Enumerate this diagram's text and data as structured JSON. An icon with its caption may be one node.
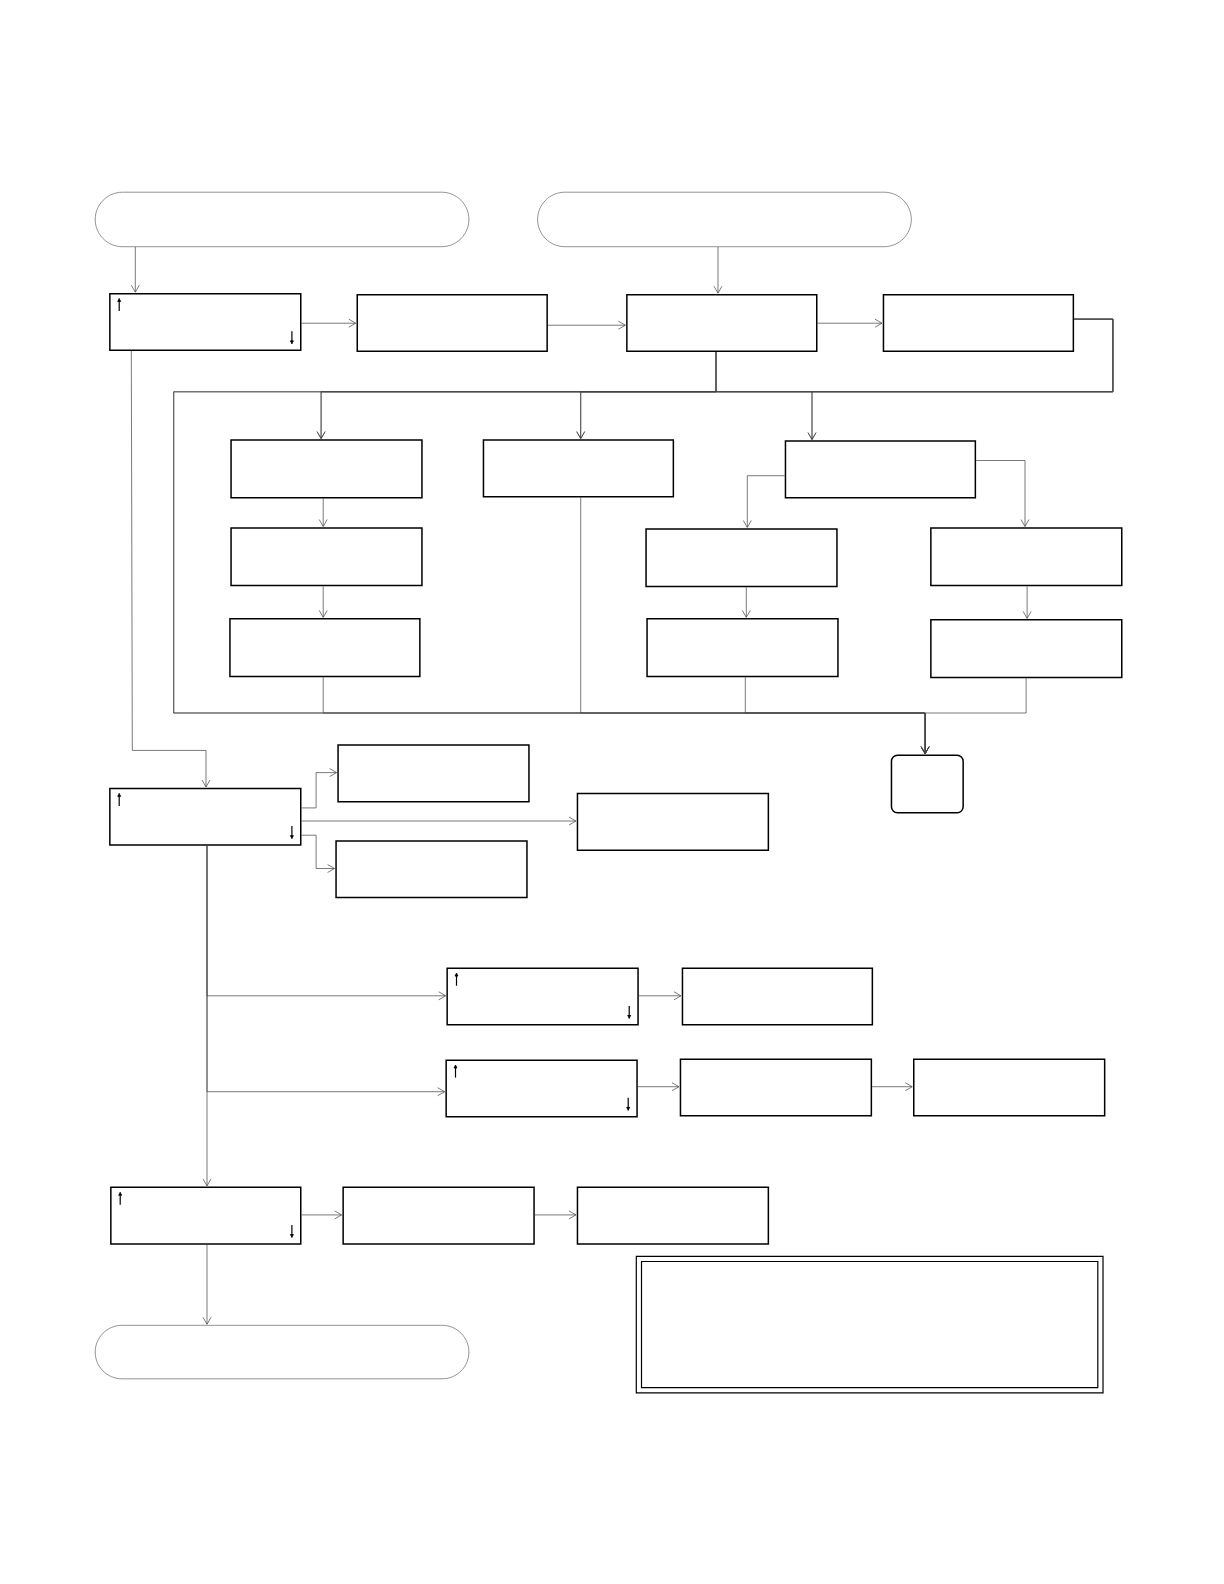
{
  "diagram": {
    "nodes": [
      {
        "text": [],
        "shape": "pill"
      },
      {
        "text": [],
        "shape": "pill"
      },
      {
        "text": [],
        "shape": "box"
      },
      {
        "text": [],
        "shape": "box"
      },
      {
        "text": [],
        "shape": "box"
      },
      {
        "text": [],
        "shape": "box"
      },
      {
        "text": [],
        "shape": "box"
      },
      {
        "text": [],
        "shape": "box"
      },
      {
        "text": [],
        "shape": "box"
      },
      {
        "text": [],
        "shape": "box"
      },
      {
        "text": [],
        "shape": "box"
      },
      {
        "text": [],
        "shape": "box"
      },
      {
        "text": [],
        "shape": "box"
      },
      {
        "text": [],
        "shape": "box"
      },
      {
        "text": [],
        "shape": "box"
      },
      {
        "text": [],
        "shape": "box"
      },
      {
        "text": [],
        "shape": "box"
      },
      {
        "text": [],
        "shape": "box"
      },
      {
        "text": [],
        "shape": "box"
      },
      {
        "text": [],
        "shape": "box"
      },
      {
        "text": [],
        "shape": "box"
      },
      {
        "text": [],
        "shape": "box"
      },
      {
        "text": [],
        "shape": "box"
      },
      {
        "text": [],
        "shape": "box"
      },
      {
        "text": [],
        "shape": "box"
      },
      {
        "text": [],
        "shape": "box"
      },
      {
        "text": [],
        "shape": "box"
      },
      {
        "text": [],
        "shape": "box"
      },
      {
        "text": [],
        "shape": "pill"
      },
      {
        "text": [],
        "shape": "box"
      }
    ],
    "edges": [
      {
        "from": 0,
        "to": 2,
        "arrow": "to"
      },
      {
        "from": 1,
        "to": 4,
        "arrow": "to"
      },
      {
        "from": 2,
        "to": 3,
        "arrow": "to"
      },
      {
        "from": 3,
        "to": 4,
        "arrow": "to"
      },
      {
        "from": 4,
        "to": 5,
        "arrow": "to"
      },
      {
        "from": 4,
        "to": 6,
        "arrow": "to"
      },
      {
        "from": 4,
        "to": 7,
        "arrow": "to"
      },
      {
        "from": 4,
        "to": 8,
        "arrow": "to"
      },
      {
        "from": 4,
        "to": 15,
        "arrow": "to"
      },
      {
        "from": 5,
        "to": 6,
        "arrow": "to"
      },
      {
        "from": 5,
        "to": 7,
        "arrow": "to"
      },
      {
        "from": 5,
        "to": 8,
        "arrow": "to"
      },
      {
        "from": 5,
        "to": 15,
        "arrow": "to"
      },
      {
        "from": 6,
        "to": 9,
        "arrow": "to"
      },
      {
        "from": 9,
        "to": 12,
        "arrow": "to"
      },
      {
        "from": 8,
        "to": 10,
        "arrow": "to"
      },
      {
        "from": 8,
        "to": 11,
        "arrow": "to"
      },
      {
        "from": 10,
        "to": 13,
        "arrow": "to"
      },
      {
        "from": 11,
        "to": 14,
        "arrow": "to"
      },
      {
        "from": 12,
        "to": 15,
        "arrow": "to"
      },
      {
        "from": 7,
        "to": 15,
        "arrow": "to"
      },
      {
        "from": 13,
        "to": 15,
        "arrow": "to"
      },
      {
        "from": 14,
        "to": 15,
        "arrow": "to"
      },
      {
        "from": 2,
        "to": 16,
        "arrow": "to"
      },
      {
        "from": 16,
        "to": 17,
        "arrow": "to"
      },
      {
        "from": 16,
        "to": 18,
        "arrow": "to"
      },
      {
        "from": 16,
        "to": 19,
        "arrow": "to"
      },
      {
        "from": 16,
        "to": 20,
        "arrow": "to"
      },
      {
        "from": 16,
        "to": 22,
        "arrow": "to"
      },
      {
        "from": 16,
        "to": 25,
        "arrow": "to"
      },
      {
        "from": 20,
        "to": 21,
        "arrow": "to"
      },
      {
        "from": 22,
        "to": 23,
        "arrow": "to"
      },
      {
        "from": 23,
        "to": 24,
        "arrow": "to"
      },
      {
        "from": 25,
        "to": 26,
        "arrow": "to"
      },
      {
        "from": 26,
        "to": 27,
        "arrow": "to"
      },
      {
        "from": 25,
        "to": 28,
        "arrow": "to"
      }
    ]
  }
}
